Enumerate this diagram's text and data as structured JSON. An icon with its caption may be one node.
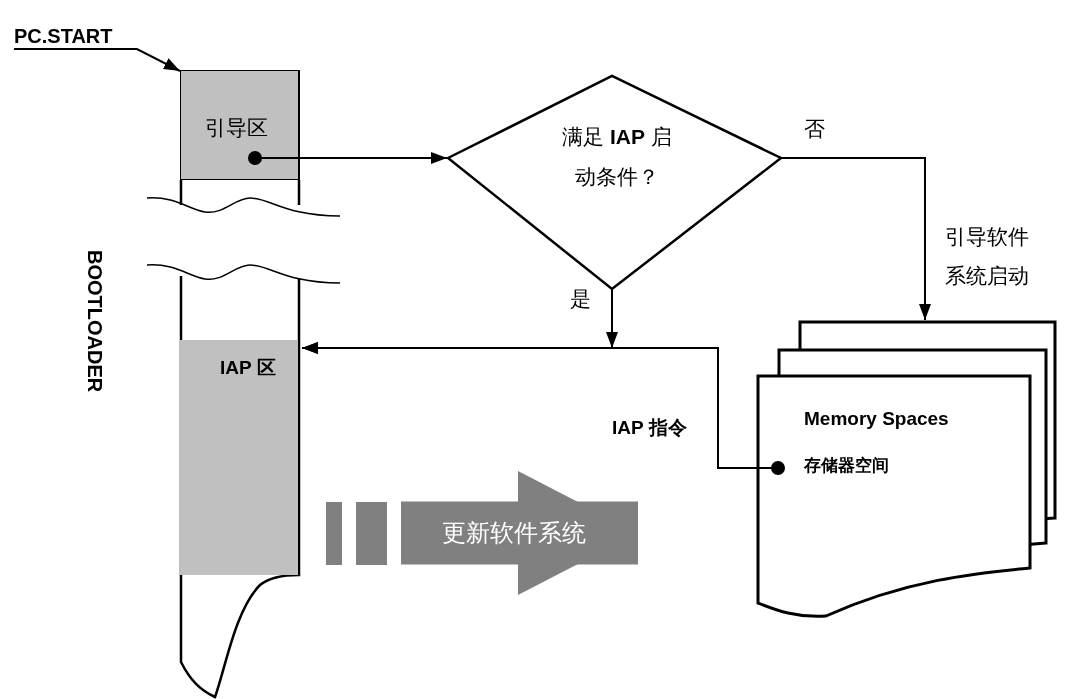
{
  "diagram": {
    "nodes": [
      {
        "text": [
          "PC.START"
        ]
      },
      {
        "text": [],
        "shape": "bar",
        "beside": [
          "BOOTLOADER"
        ]
      },
      {
        "text": [
          "引导区"
        ],
        "in": 1
      },
      {
        "text": [
          "IAP 区"
        ],
        "in": 1
      },
      {
        "text": [
          "满足 **IAP** 启动条件？"
        ]
      },
      {
        "text": [
          "Memory Spaces",
          "存储器空间"
        ]
      }
    ],
    "edges": [
      {
        "from": 0,
        "to": 1,
        "arrow": "to"
      },
      {
        "from": 2,
        "to": 4,
        "arrow": "to"
      },
      {
        "from": 4,
        "to": 5,
        "label": "否",
        "arrow": "to"
      },
      {
        "from": 4,
        "to": 3,
        "label": "是",
        "arrow": "to"
      },
      {
        "from": 5,
        "to": 3,
        "label": "IAP 指令",
        "arrow": "to"
      },
      {
        "from": null,
        "to": 5,
        "label": "更新软件系统",
        "arrow": "to",
        "style": "thick",
        "color": "#808080"
      }
    ],
    "labels": [
      "引导软件系统启动"
    ]
  }
}
